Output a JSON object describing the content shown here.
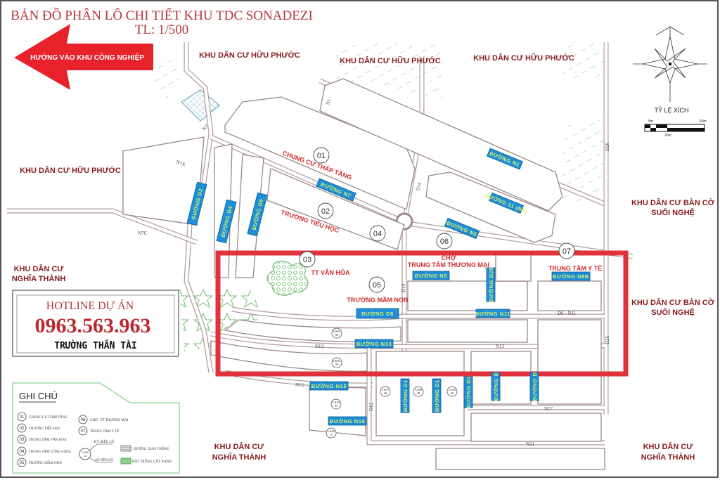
{
  "title": "BẢN ĐỒ PHÂN LÔ CHI TIẾT KHU TDC SONADEZI",
  "scale": "TL: 1/500",
  "arrow_label": "HƯỚNG VÀO KHU CÔNG NGHIỆP",
  "areas": {
    "huu_phuoc_1": "KHU DÂN CƯ HỮU PHƯỚC",
    "huu_phuoc_2": "KHU DÂN CƯ HỮU PHƯỚC",
    "huu_phuoc_3": "KHU DÂN CƯ HỮU PHƯỚC",
    "huu_phuoc_4": "KHU DÂN CƯ HỮU PHƯỚC",
    "ban_co_1_a": "KHU DÂN CƯ BÀN CỜ",
    "ban_co_1_b": "SUỐI NGHỆ",
    "ban_co_2_a": "KHU DÂN CƯ BÀN CỜ",
    "ban_co_2_b": "SUỐI NGHỆ",
    "nghia_thanh_1_a": "KHU DÂN CƯ",
    "nghia_thanh_1_b": "NGHĨA THÀNH",
    "nghia_thanh_2_a": "KHU DÂN CƯ",
    "nghia_thanh_2_b": "NGHĨA THÀNH",
    "nghia_thanh_3_a": "KHU DÂN CƯ",
    "nghia_thanh_3_b": "NGHĨA THÀNH"
  },
  "facilities": {
    "f01": {
      "num": "01",
      "name": "CHUNG CƯ THẤP TẦNG"
    },
    "f02": {
      "num": "02",
      "name": "TRƯỜNG TIỂU HỌC"
    },
    "f03": {
      "num": "03",
      "name": "TT VĂN HÓA"
    },
    "f04": {
      "num": "04"
    },
    "f05": {
      "num": "05",
      "name": "TRƯỜNG MẦM NON"
    },
    "f06": {
      "num": "06",
      "name_a": "CHỢ",
      "name_b": "TRUNG TÂM THƯƠNG MẠI"
    },
    "f07": {
      "num": "07",
      "name": "TRUNG TÂM Y TẾ"
    }
  },
  "road_badges": {
    "d2": "ĐƯỜNG D2",
    "d4": "ĐƯỜNG D4",
    "d6a": "ĐƯỜNG D6",
    "n7": "ĐƯỜNG N7",
    "n1": "ĐƯỜNG N1",
    "n3": "ĐƯỜNG 11 (N3)",
    "n5a": "ĐƯỜNG N5",
    "n5b": "ĐƯỜNG N5",
    "d20": "ĐƯỜNG D20",
    "n9b": "ĐƯỜNG N9B",
    "n11": "ĐƯỜNG N11",
    "d6b": "ĐƯỜNG D6",
    "n13": "ĐƯỜNG N13",
    "n15": "ĐƯỜNG N15",
    "n19": "ĐƯỜNG N19",
    "d1a": "ĐƯỜNG D1",
    "d1b": "ĐƯỜNG D1",
    "d1c": "ĐƯỜNG D1",
    "d1d": "ĐƯỜNG D",
    "d1e": "ĐƯỜNG D"
  },
  "road_codes": {
    "n7": "N7",
    "n1": "N1",
    "d14a": "D14",
    "d26a": "D26",
    "n7c": "N7C",
    "n7a": "N7A",
    "d14b": "D14",
    "d6n11": "D6 - N11",
    "d26b": "D26",
    "n13a": "N13",
    "n13b": "N13",
    "n15": "N15",
    "d12": "D12",
    "n17": "N17",
    "n21": "N21"
  },
  "lots": [
    {
      "code": "LK87",
      "count": "48"
    },
    {
      "code": "LK88",
      "count": "48"
    },
    {
      "code": "LK89",
      "count": "48"
    },
    {
      "code": "LK85",
      "count": "63"
    },
    {
      "code": "LK86",
      "count": "11"
    },
    {
      "code": "LK83",
      "count": "96"
    },
    {
      "code": "LK84",
      "count": "90"
    }
  ],
  "hotline": {
    "label": "HOTLINE DỰ ÁN",
    "phone": "0963.563.963",
    "name": "TRƯỜNG THẦN TÀI"
  },
  "legend": {
    "title": "GHI CHÚ",
    "items": [
      {
        "num": "01",
        "text": "CHUNG CƯ THẤP TẦNG"
      },
      {
        "num": "02",
        "text": "TRƯỜNG TIỂU HỌC"
      },
      {
        "num": "03",
        "text": "TRUNG TÂM VĂN HÓA"
      },
      {
        "num": "04",
        "text": "TRUNG TÂM CÔNG CỘNG"
      },
      {
        "num": "05",
        "text": "TRƯỜNG MẦM NON"
      },
      {
        "num": "06",
        "text": "CHỢ - TT THƯƠNG MẠI"
      },
      {
        "num": "07",
        "text": "TRUNG TÂM Y TẾ"
      }
    ],
    "lot_symbol": {
      "code": "LK86",
      "count": "11",
      "top": "KÝ HIỆU LÔ",
      "bottom": "SỐ NỀN LÔ"
    },
    "road": "ĐƯỜNG GIAO THÔNG",
    "green": "ĐẤT TRỒNG CÂY XANH"
  },
  "scale_bar": {
    "title": "TỶ LỆ XÍCH",
    "t1": "5m",
    "t2": "50m",
    "t3": "20m"
  },
  "colors": {
    "highlight": "#e0323c",
    "badge": "#1e8ed6",
    "title": "#b8343c",
    "area": "#8a1c1c",
    "green": "#7cc47c"
  }
}
